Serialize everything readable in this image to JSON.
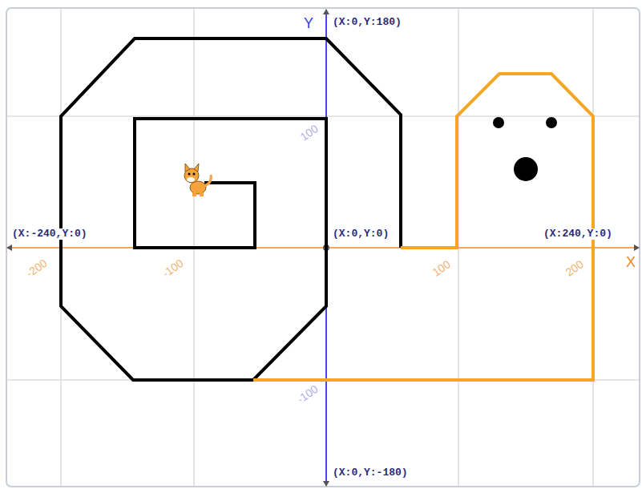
{
  "diagram": {
    "labels": [
      "Y",
      "(X:0,Y:180)",
      "100",
      "(X:-240,Y:0)",
      "(X:0,Y:0)",
      "(X:240,Y:0)",
      "X",
      "-200",
      "-100",
      "100",
      "200",
      "-100",
      "(X:0,Y:-180)"
    ]
  }
}
